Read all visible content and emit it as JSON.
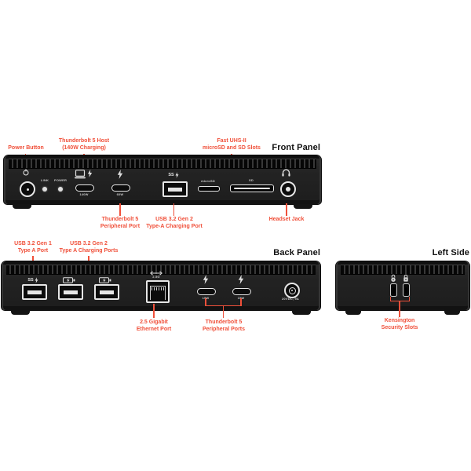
{
  "colors": {
    "accent": "#f0503a",
    "panel": "#242424",
    "text": "#111111"
  },
  "front": {
    "title": "Front Panel",
    "annotations": {
      "power_button": [
        "Power Button"
      ],
      "tb5_host": [
        "Thunderbolt 5 Host",
        "(140W Charging)"
      ],
      "card_slots": [
        "Fast UHS-II",
        "microSD and SD Slots"
      ],
      "tb5_peripheral": [
        "Thunderbolt 5",
        "Peripheral Port"
      ],
      "usb_a_charging": [
        "USB 3.2 Gen 2",
        "Type-A Charging Port"
      ],
      "headset": [
        "Headset Jack"
      ]
    },
    "ports": {
      "link_led": "LINK",
      "power_led": "POWER",
      "host_watt": "140W",
      "peripheral_watt": "60W",
      "microsd": "microSD",
      "sd": "SD"
    }
  },
  "back": {
    "title": "Back Panel",
    "annotations": {
      "usb_gen1": [
        "USB 3.2 Gen 1",
        "Type A Port"
      ],
      "usb_gen2": [
        "USB 3.2 Gen 2",
        "Type A Charging Ports"
      ],
      "ethernet": [
        "2.5 Gigabit",
        "Ethernet Port"
      ],
      "tb5_peripheral": [
        "Thunderbolt 5",
        "Peripheral Ports"
      ]
    },
    "ports": {
      "ethernet_speed": "2.5G",
      "tb1_watt": "15W",
      "tb2_watt": "15W",
      "dc_rating": "20VDC, 9A"
    }
  },
  "left": {
    "title": "Left Side",
    "annotations": {
      "kensington": [
        "Kensington",
        "Security Slots"
      ]
    }
  }
}
